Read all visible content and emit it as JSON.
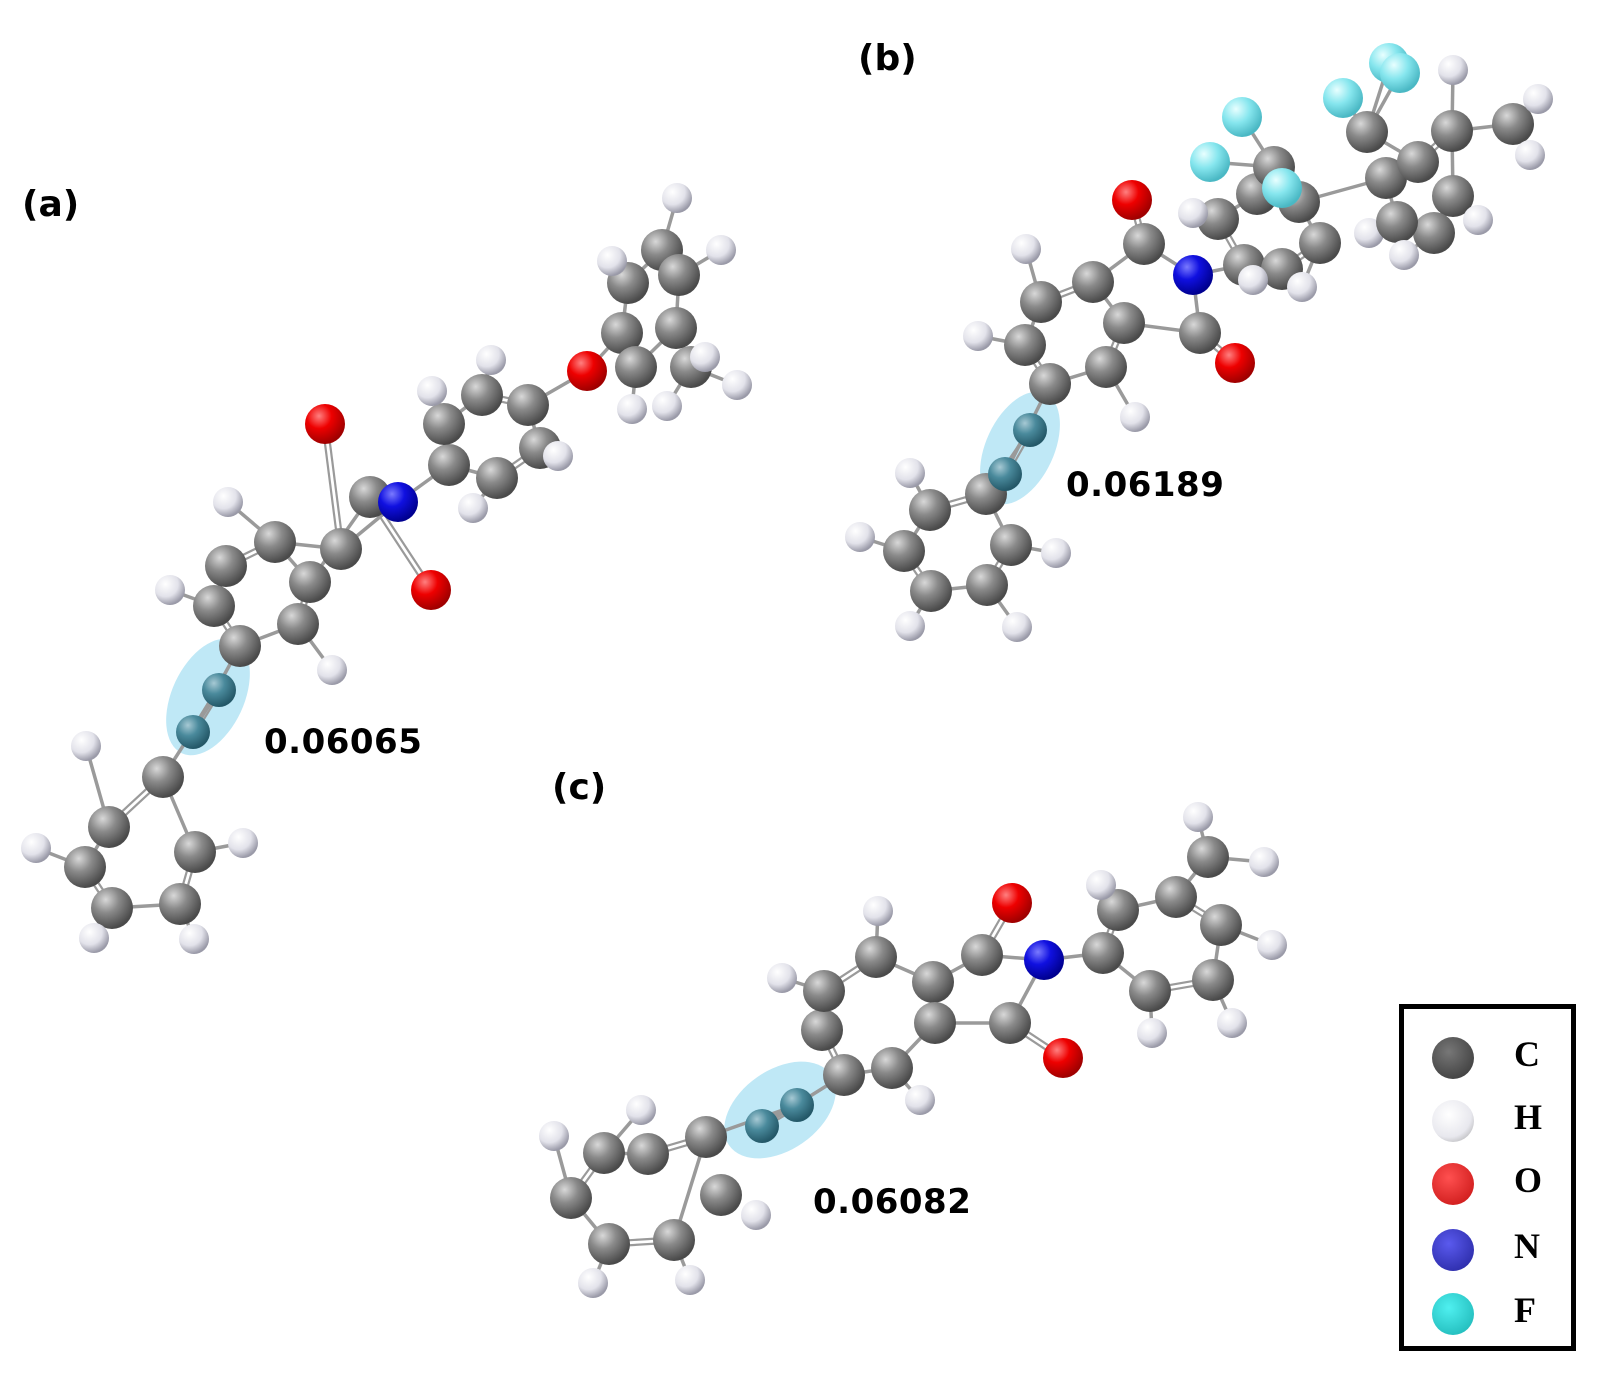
{
  "figure": {
    "panels": [
      {
        "id": "a",
        "label": "(a)",
        "value": "0.06065"
      },
      {
        "id": "b",
        "label": "(b)",
        "value": "0.06189"
      },
      {
        "id": "c",
        "label": "(c)",
        "value": "0.06082"
      }
    ],
    "legend": {
      "items": [
        {
          "symbol": "C",
          "element": "carbon",
          "color": "#4a4a4a"
        },
        {
          "symbol": "H",
          "element": "hydrogen",
          "color": "#e6e6e6"
        },
        {
          "symbol": "O",
          "element": "oxygen",
          "color": "#e81818"
        },
        {
          "symbol": "N",
          "element": "nitrogen",
          "color": "#2c2ccc"
        },
        {
          "symbol": "F",
          "element": "fluorine",
          "color": "#2fd8d8"
        }
      ]
    },
    "highlight": {
      "color": "#bfe8f6",
      "alkyne_color": "#3d7f93"
    },
    "atom_colors": {
      "C": "#7a7a7a",
      "H": "#e9e9ee",
      "O": "#e00000",
      "N": "#1010d8",
      "F": "#7fe3ea",
      "Calk": "#3b7d90"
    }
  }
}
